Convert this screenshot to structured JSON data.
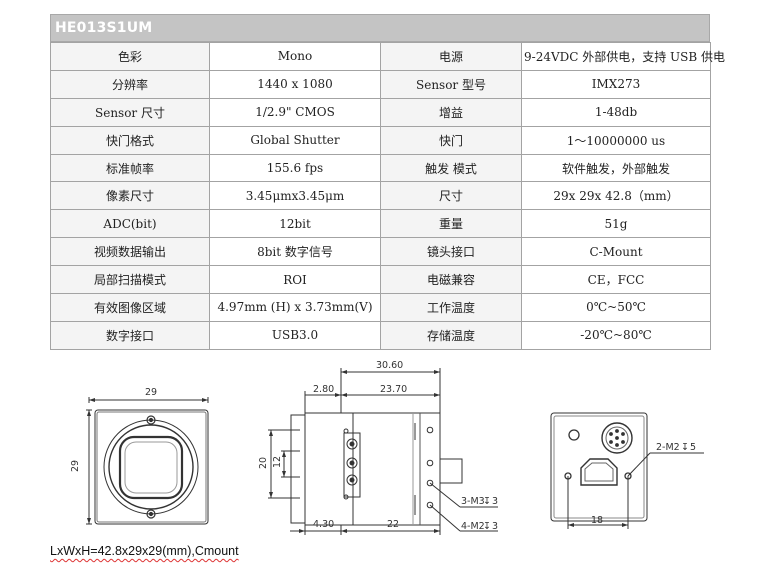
{
  "title": "HE013S1UM",
  "specs": [
    {
      "k1": "色彩",
      "v1": "Mono",
      "k2": "电源",
      "v2": "9-24VDC 外部供电，支持 USB 供电"
    },
    {
      "k1": "分辨率",
      "v1": "1440 x 1080",
      "k2": "Sensor 型号",
      "v2": "IMX273"
    },
    {
      "k1": "Sensor 尺寸",
      "v1": "1/2.9\" CMOS",
      "k2": "增益",
      "v2": "1-48db"
    },
    {
      "k1": "快门格式",
      "v1": "Global Shutter",
      "k2": "快门",
      "v2": "1～10000000 us"
    },
    {
      "k1": "标准帧率",
      "v1": "155.6 fps",
      "k2": "触发 模式",
      "v2": "软件触发，外部触发"
    },
    {
      "k1": "像素尺寸",
      "v1": "3.45μmx3.45μm",
      "k2": "尺寸",
      "v2": "29x 29x 42.8（mm）"
    },
    {
      "k1": "ADC(bit)",
      "v1": "12bit",
      "k2": "重量",
      "v2": "51g"
    },
    {
      "k1": "视频数据输出",
      "v1": "8bit 数字信号",
      "k2": "镜头接口",
      "v2": "C-Mount"
    },
    {
      "k1": "局部扫描模式",
      "v1": "ROI",
      "k2": "电磁兼容",
      "v2": "CE，FCC"
    },
    {
      "k1": "有效图像区域",
      "v1": "4.97mm (H) x 3.73mm(V)",
      "k2": "工作温度",
      "v2": "0℃~50℃"
    },
    {
      "k1": "数字接口",
      "v1": "USB3.0",
      "k2": "存储温度",
      "v2": "-20℃~80℃"
    }
  ],
  "dims": {
    "front_w": "29",
    "front_h": "29",
    "side_total": "30.60",
    "side_a": "2.80",
    "side_b": "23.70",
    "side_h1": "20",
    "side_h2": "12",
    "side_c": "4.30",
    "side_d": "22",
    "side_m3": "3-M3",
    "side_m3_depth": "3",
    "side_m2": "4-M2",
    "side_m2_depth": "3",
    "back_m2": "2-M2",
    "back_m2_depth": "5",
    "back_w": "18"
  },
  "caption": "LxWxH=42.8x29x29(mm),Cmount"
}
